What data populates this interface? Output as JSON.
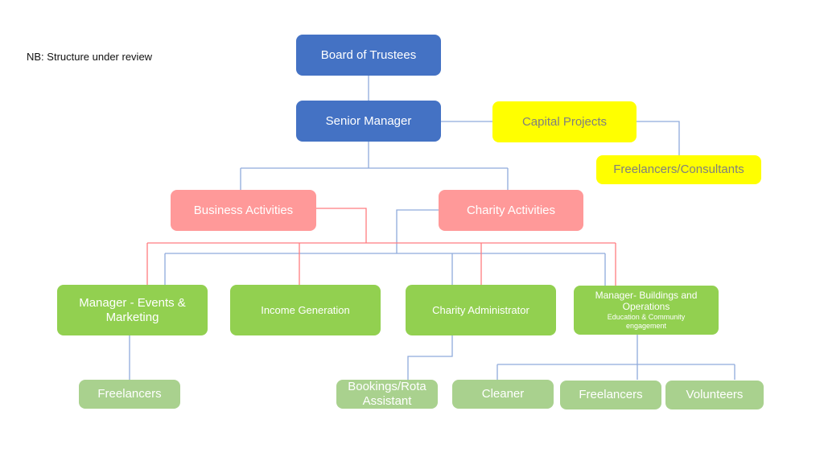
{
  "note": "NB: Structure under review",
  "nodes": {
    "board": "Board of Trustees",
    "senior_manager": "Senior Manager",
    "capital_projects": "Capital Projects",
    "freelancers_consultants": "Freelancers/Consultants",
    "business_activities": "Business Activities",
    "charity_activities": "Charity Activities",
    "manager_events": "Manager - Events & Marketing",
    "income_generation": "Income Generation",
    "charity_administrator": "Charity Administrator",
    "manager_buildings": "Manager- Buildings and Operations",
    "manager_buildings_sub": "Education & Community engagement",
    "freelancers_events": "Freelancers",
    "bookings_rota": "Bookings/Rota Assistant",
    "cleaner": "Cleaner",
    "freelancers_buildings": "Freelancers",
    "volunteers": "Volunteers"
  },
  "colors": {
    "blue": "#4472c4",
    "yellow": "#ffff00",
    "pink": "#ff9999",
    "green": "#92d050",
    "light_green": "#a9d18e",
    "blue_line": "#8faadc",
    "red_line": "#ff7c80"
  }
}
